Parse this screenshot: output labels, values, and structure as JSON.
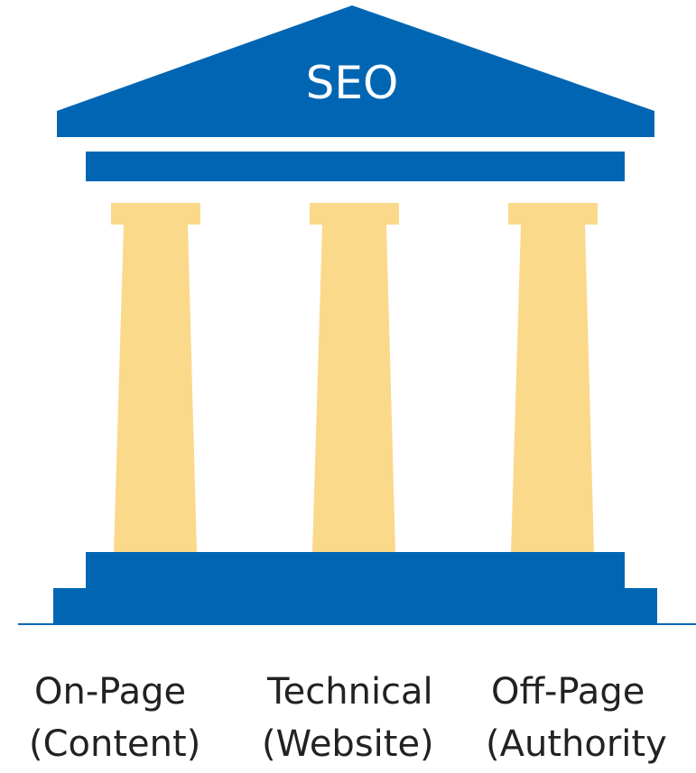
{
  "title": "SEO",
  "colors": {
    "structure": "#0066b3",
    "pillars": "#fbd98b",
    "text_dark": "#222222"
  },
  "pillars": [
    {
      "name": "On-Page",
      "detail": "(Content)"
    },
    {
      "name": "Technical",
      "detail": "(Website)"
    },
    {
      "name": "Off-Page",
      "detail": "(Authority"
    }
  ]
}
